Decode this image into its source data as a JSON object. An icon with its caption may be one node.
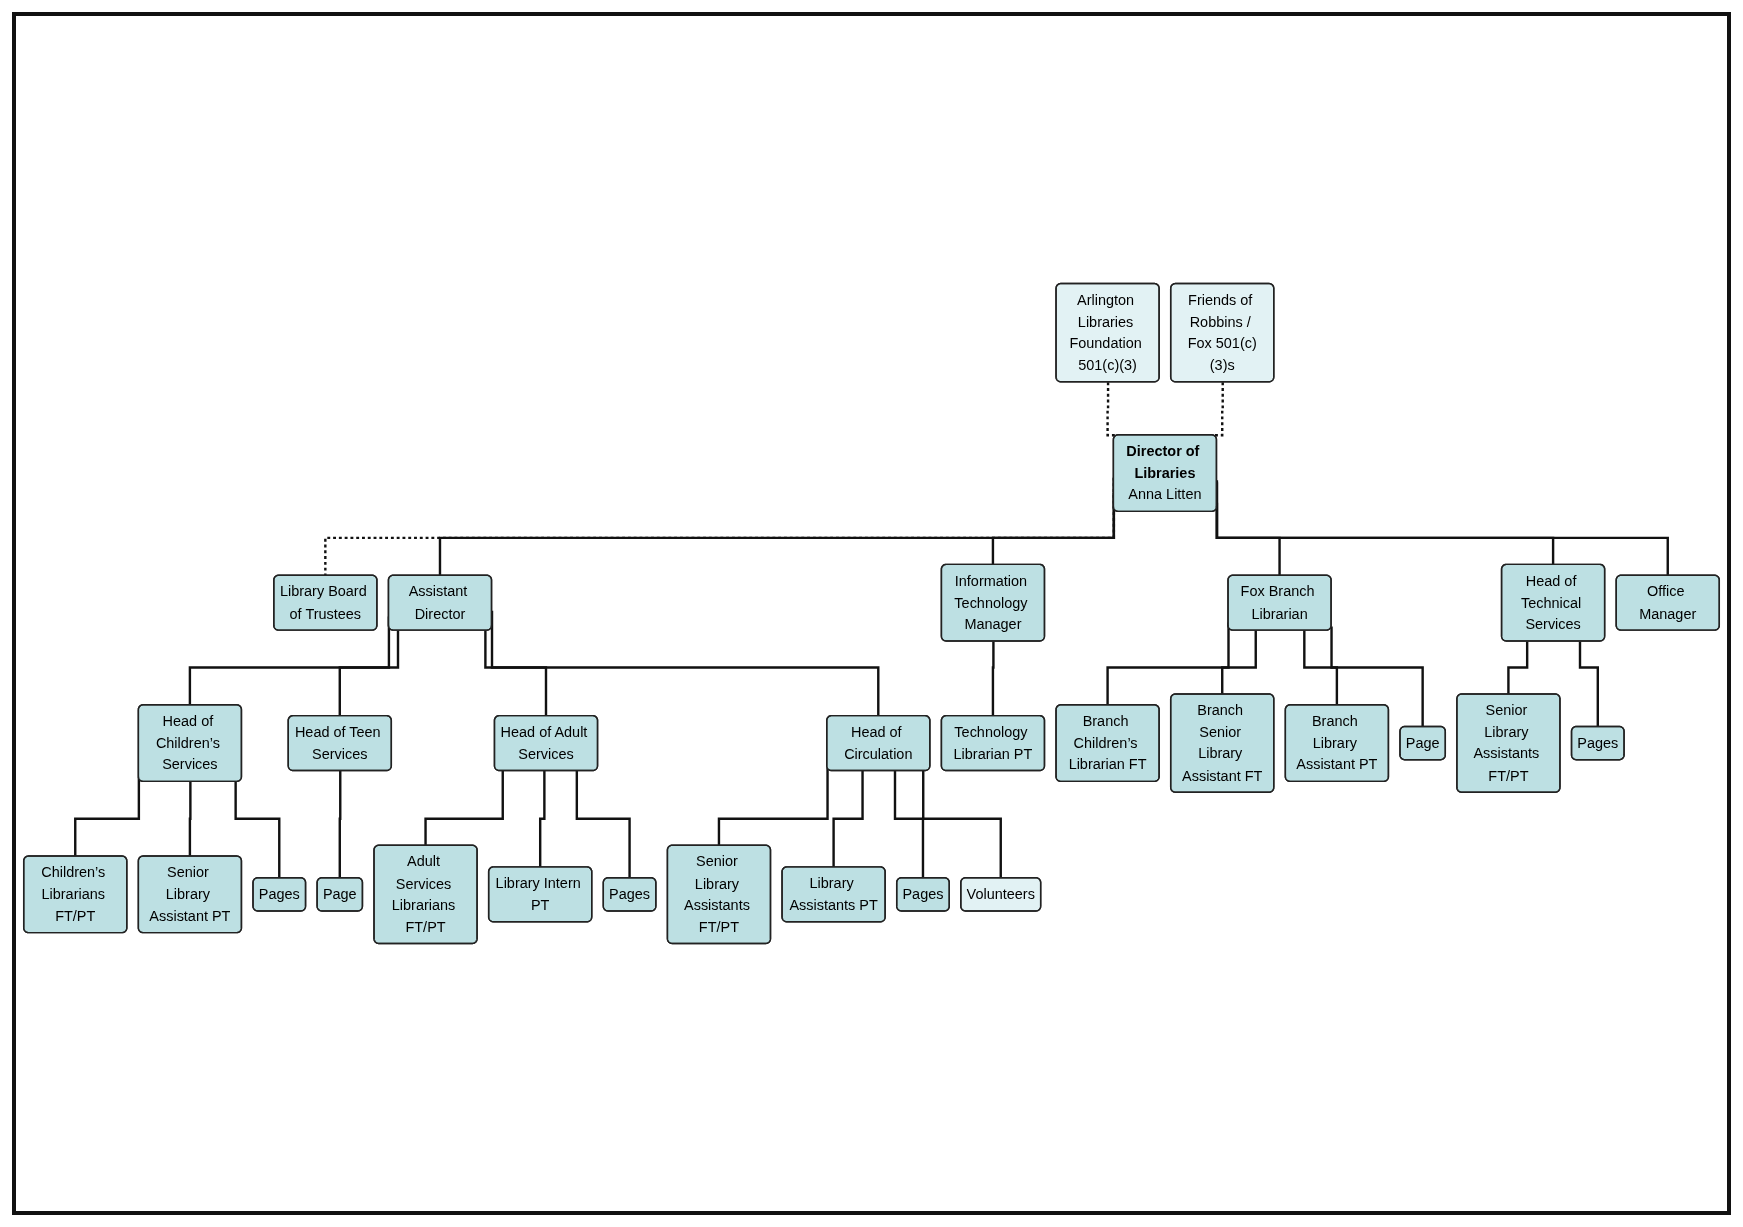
{
  "diagram": {
    "nodes": [
      {
        "text": [
          "Arlington Libraries Foundation 501(c)(3)"
        ]
      },
      {
        "text": [
          "Friends of Robbins / Fox 501(c)(3)s"
        ]
      },
      {
        "text": [
          "Director of Libraries",
          "Anna Litten"
        ]
      },
      {
        "text": [
          "Library Board of Trustees"
        ]
      },
      {
        "text": [
          "Head of Technical Services"
        ]
      },
      {
        "text": [
          "Information Technology Manager"
        ]
      },
      {
        "text": [
          "Fox Branch Librarian"
        ]
      },
      {
        "text": [
          "Assistant Director"
        ]
      },
      {
        "text": [
          "Office Manager"
        ]
      },
      {
        "text": [
          "Head of Children’s Services"
        ]
      },
      {
        "text": [
          "Head of Teen Services"
        ]
      },
      {
        "text": [
          "Head of Adult Services"
        ]
      },
      {
        "text": [
          "Head of Circulation"
        ]
      },
      {
        "text": [
          "Technology Librarian PT"
        ]
      },
      {
        "text": [
          "Branch Children’s Librarian FT"
        ]
      },
      {
        "text": [
          "Branch Senior Library Assistant FT"
        ]
      },
      {
        "text": [
          "Branch Library Assistant PT"
        ]
      },
      {
        "text": [
          "Page"
        ]
      },
      {
        "text": [
          "Page"
        ]
      },
      {
        "text": [
          "Children’s Librarians FT/PT"
        ]
      },
      {
        "text": [
          "Adult Services Librarians FT/PT"
        ]
      },
      {
        "text": [
          "Senior Library Assistants FT/PT"
        ]
      },
      {
        "text": [
          "Senior Library Assistants FT/PT"
        ]
      },
      {
        "text": [
          "Senior Library Assistant PT"
        ]
      },
      {
        "text": [
          "Library Intern PT"
        ]
      },
      {
        "text": [
          "Library Assistants PT"
        ]
      },
      {
        "text": [
          "Pages"
        ]
      },
      {
        "text": [
          "Pages"
        ]
      },
      {
        "text": [
          "Pages"
        ]
      },
      {
        "text": [
          "Pages"
        ]
      },
      {
        "text": [
          "Volunteers"
        ]
      }
    ],
    "edges": [
      {
        "from": 0,
        "to": 2,
        "arrow": "none",
        "style": "dashed"
      },
      {
        "from": 1,
        "to": 2,
        "arrow": "none",
        "style": "dashed"
      },
      {
        "from": 2,
        "to": 3,
        "arrow": "none",
        "style": "dashed"
      },
      {
        "from": 2,
        "to": 4,
        "arrow": "none"
      },
      {
        "from": 2,
        "to": 5,
        "arrow": "none"
      },
      {
        "from": 2,
        "to": 6,
        "arrow": "none"
      },
      {
        "from": 2,
        "to": 7,
        "arrow": "none"
      },
      {
        "from": 2,
        "to": 8,
        "arrow": "none"
      },
      {
        "from": 7,
        "to": 9,
        "arrow": "none"
      },
      {
        "from": 7,
        "to": 10,
        "arrow": "none"
      },
      {
        "from": 7,
        "to": 11,
        "arrow": "none"
      },
      {
        "from": 7,
        "to": 12,
        "arrow": "none"
      },
      {
        "from": 4,
        "to": 22,
        "arrow": "none"
      },
      {
        "from": 4,
        "to": 27,
        "arrow": "none"
      },
      {
        "from": 5,
        "to": 13,
        "arrow": "none"
      },
      {
        "from": 6,
        "to": 14,
        "arrow": "none"
      },
      {
        "from": 6,
        "to": 15,
        "arrow": "none"
      },
      {
        "from": 6,
        "to": 16,
        "arrow": "none"
      },
      {
        "from": 6,
        "to": 17,
        "arrow": "none"
      },
      {
        "from": 10,
        "to": 18,
        "arrow": "none"
      },
      {
        "from": 9,
        "to": 19,
        "arrow": "none"
      },
      {
        "from": 9,
        "to": 23,
        "arrow": "none"
      },
      {
        "from": 9,
        "to": 28,
        "arrow": "none"
      },
      {
        "from": 11,
        "to": 20,
        "arrow": "none"
      },
      {
        "from": 11,
        "to": 24,
        "arrow": "none"
      },
      {
        "from": 11,
        "to": 29,
        "arrow": "none"
      },
      {
        "from": 12,
        "to": 21,
        "arrow": "none"
      },
      {
        "from": 12,
        "to": 25,
        "arrow": "none"
      },
      {
        "from": 12,
        "to": 26,
        "arrow": "none"
      },
      {
        "from": 12,
        "to": 30,
        "arrow": "none"
      }
    ]
  }
}
